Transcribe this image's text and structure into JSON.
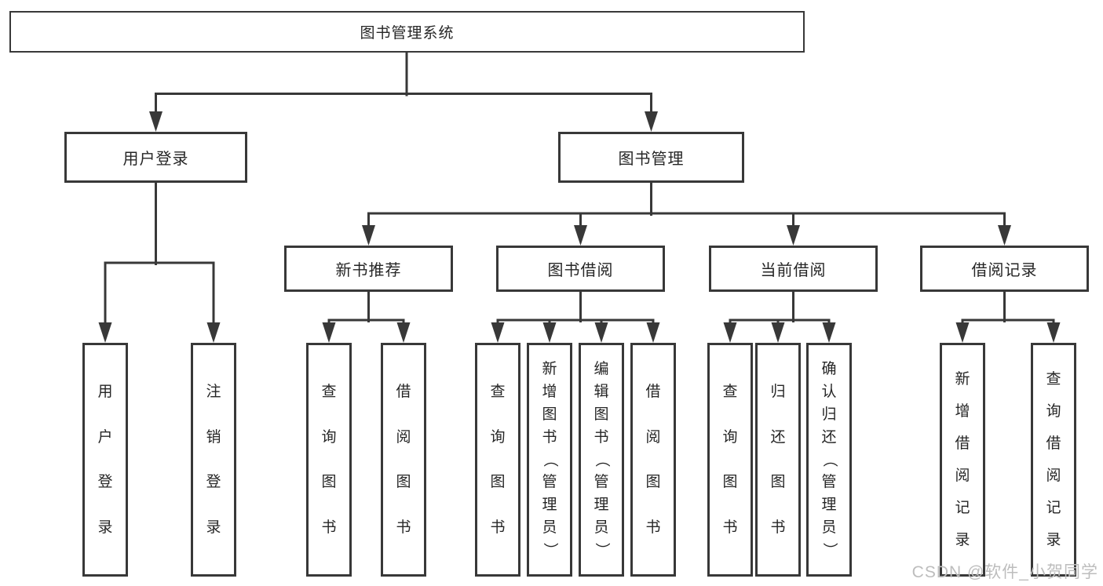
{
  "diagram": {
    "root": {
      "label": "图书管理系统",
      "children": [
        {
          "label": "用户登录",
          "children": [
            {
              "label": "用户登录"
            },
            {
              "label": "注销登录"
            }
          ]
        },
        {
          "label": "图书管理",
          "children": [
            {
              "label": "新书推荐",
              "children": [
                {
                  "label": "查询图书"
                },
                {
                  "label": "借阅图书"
                }
              ]
            },
            {
              "label": "图书借阅",
              "children": [
                {
                  "label": "查询图书"
                },
                {
                  "label": "新增图书（管理员）"
                },
                {
                  "label": "编辑图书（管理员）"
                },
                {
                  "label": "借阅图书"
                }
              ]
            },
            {
              "label": "当前借阅",
              "children": [
                {
                  "label": "查询图书"
                },
                {
                  "label": "归还图书"
                },
                {
                  "label": "确认归还（管理员）"
                }
              ]
            },
            {
              "label": "借阅记录",
              "children": [
                {
                  "label": "新增借阅记录"
                },
                {
                  "label": "查询借阅记录"
                }
              ]
            }
          ]
        }
      ]
    }
  },
  "watermark": {
    "text": "CSDN @软件_小贺同学"
  },
  "colors": {
    "line": "#383838",
    "text": "#262626",
    "watermark": "#bdbdbd",
    "background": "#ffffff"
  }
}
